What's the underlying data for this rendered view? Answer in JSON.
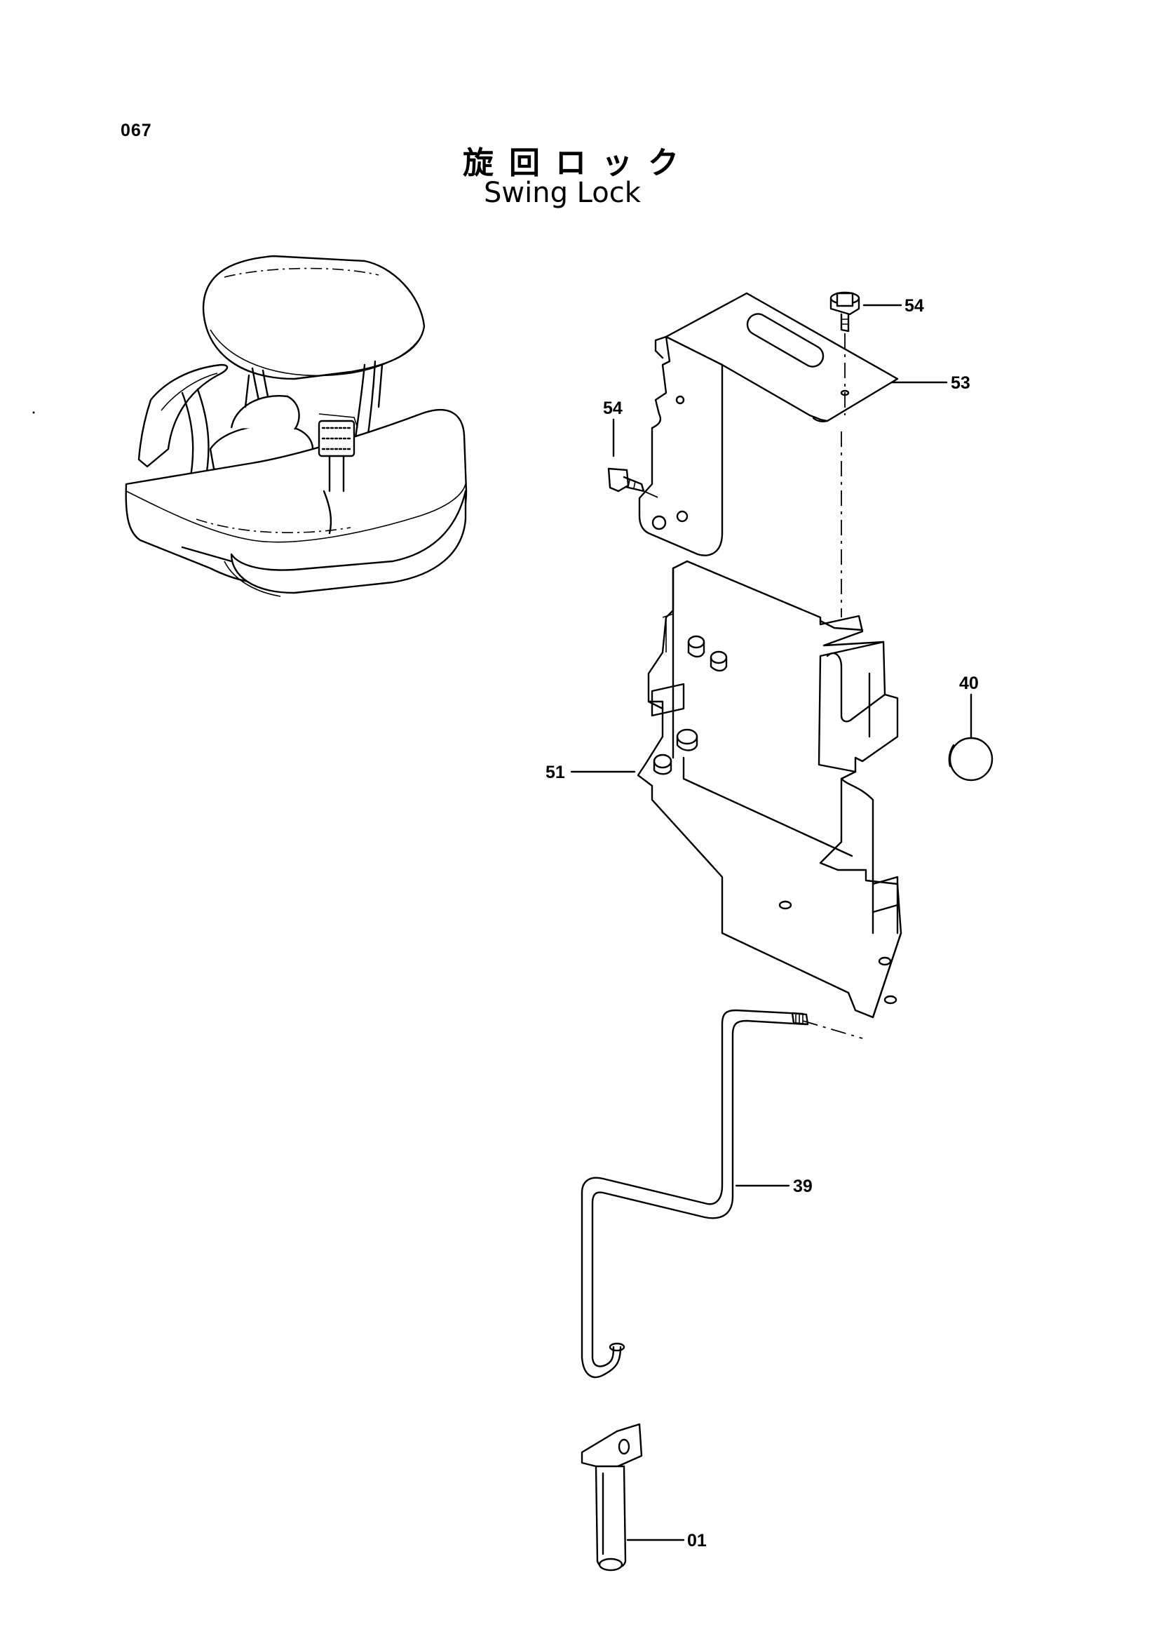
{
  "page": {
    "number": "067"
  },
  "title": {
    "japanese": "旋回ロック",
    "english": "Swing Lock"
  },
  "callouts": [
    {
      "id": "54a",
      "label": "54"
    },
    {
      "id": "53",
      "label": "53"
    },
    {
      "id": "54b",
      "label": "54"
    },
    {
      "id": "40",
      "label": "40"
    },
    {
      "id": "51",
      "label": "51"
    },
    {
      "id": "39",
      "label": "39"
    },
    {
      "id": "01",
      "label": "01"
    }
  ]
}
